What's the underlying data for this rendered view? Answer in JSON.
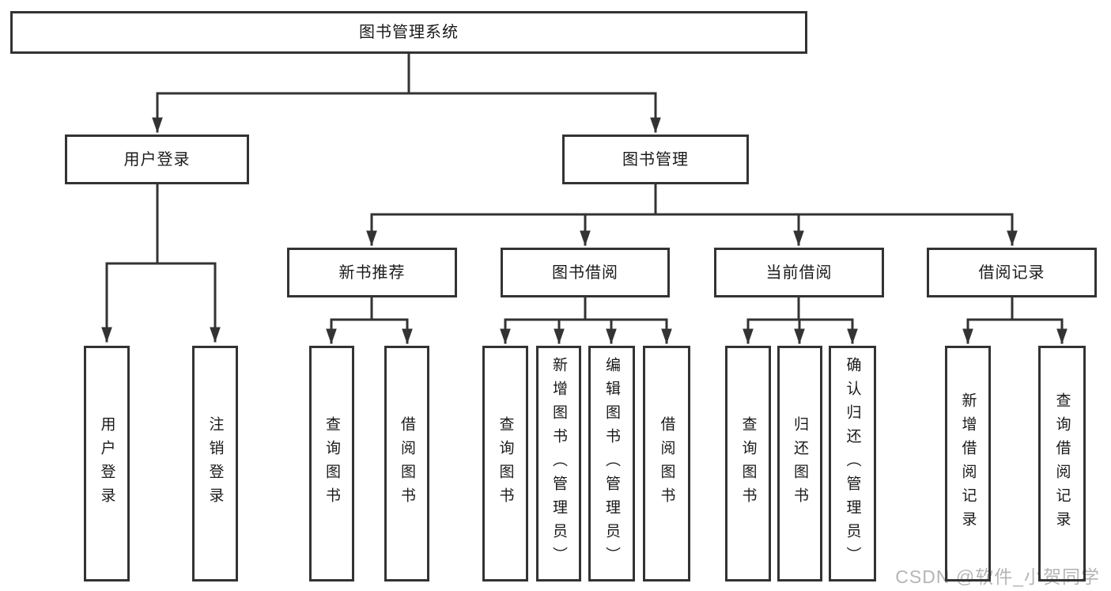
{
  "diagram": {
    "type": "tree",
    "root": {
      "label": "图书管理系统",
      "children": [
        {
          "label": "用户登录",
          "children": [
            {
              "label": "用户登录"
            },
            {
              "label": "注销登录"
            }
          ]
        },
        {
          "label": "图书管理",
          "children": [
            {
              "label": "新书推荐",
              "children": [
                {
                  "label": "查询图书"
                },
                {
                  "label": "借阅图书"
                }
              ]
            },
            {
              "label": "图书借阅",
              "children": [
                {
                  "label": "查询图书"
                },
                {
                  "label": "新增图书（管理员）"
                },
                {
                  "label": "编辑图书（管理员）"
                },
                {
                  "label": "借阅图书"
                }
              ]
            },
            {
              "label": "当前借阅",
              "children": [
                {
                  "label": "查询图书"
                },
                {
                  "label": "归还图书"
                },
                {
                  "label": "确认归还（管理员）"
                }
              ]
            },
            {
              "label": "借阅记录",
              "children": [
                {
                  "label": "新增借阅记录"
                },
                {
                  "label": "查询借阅记录"
                }
              ]
            }
          ]
        }
      ]
    }
  },
  "watermark": {
    "text": "CSDN @软件_小贺同学"
  },
  "colors": {
    "line": "#333333",
    "box_border": "#333333",
    "text": "#1a1a1a",
    "watermark": "#b5b5b5",
    "background": "#ffffff"
  }
}
